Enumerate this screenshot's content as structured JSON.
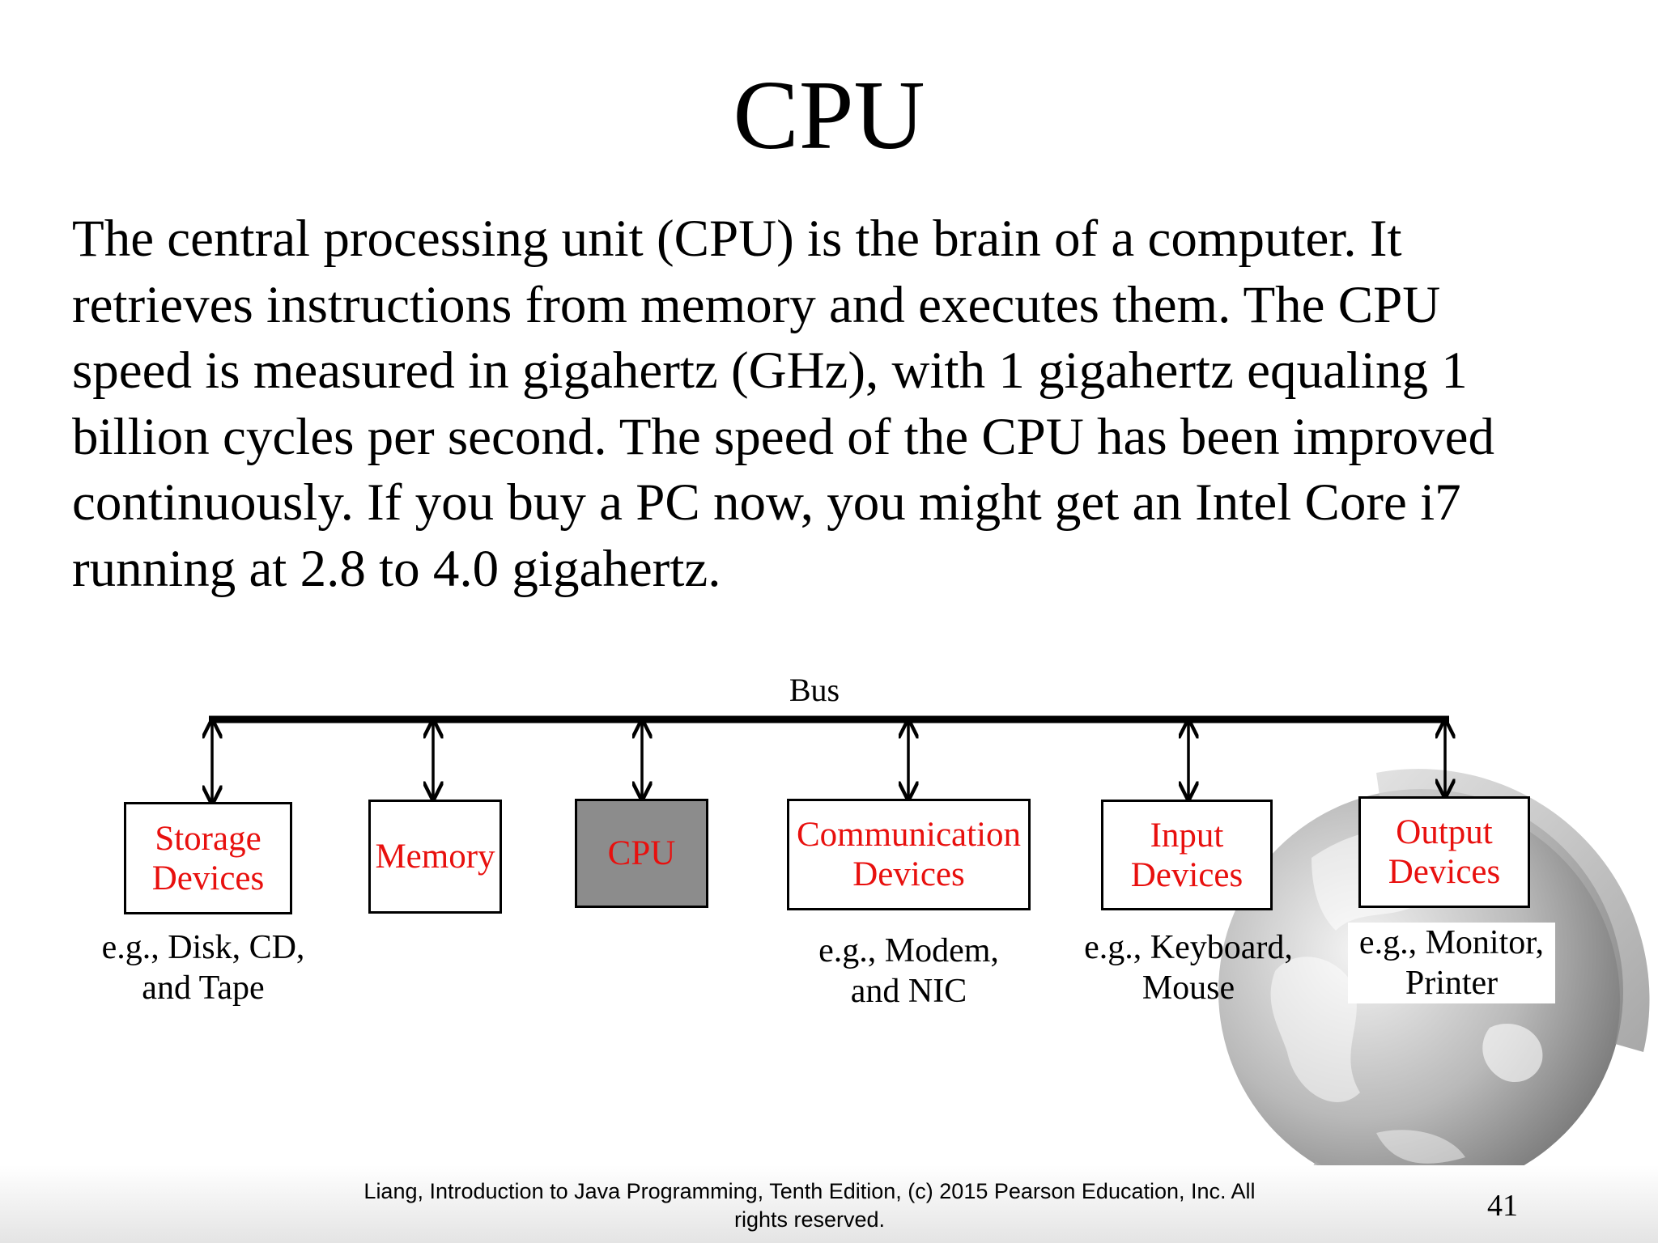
{
  "slide": {
    "title": "CPU",
    "body_lines": [
      "The central processing unit (CPU) is the brain of a computer. It",
      "retrieves instructions from memory and executes them. The CPU",
      "speed is measured in gigahertz (GHz), with 1 gigahertz equaling 1",
      "billion cycles per second. The speed of the CPU has been improved",
      "continuously. If you buy a PC now, you might get an Intel Core i7",
      "running at 2.8 to 4.0 gigahertz."
    ],
    "diagram": {
      "bus_label": "Bus",
      "components": [
        {
          "label": "Storage\nDevices",
          "caption": "e.g., Disk, CD,\nand Tape"
        },
        {
          "label": "Memory"
        },
        {
          "label": "CPU"
        },
        {
          "label": "Communication\nDevices",
          "caption": "e.g., Modem,\nand NIC"
        },
        {
          "label": "Input\nDevices",
          "caption": "e.g., Keyboard,\nMouse"
        },
        {
          "label": "Output\nDevices",
          "caption": "e.g., Monitor,\nPrinter"
        }
      ]
    },
    "footer": {
      "line1": "Liang, Introduction to Java Programming, Tenth Edition, (c) 2015 Pearson Education, Inc. All",
      "line2": "rights reserved.",
      "page_number": "41"
    },
    "colors": {
      "component_label": "#e8100e",
      "cpu_fill": "#8c8c8c",
      "text": "#000000"
    },
    "icons": [
      "globe-watermark-icon"
    ]
  }
}
